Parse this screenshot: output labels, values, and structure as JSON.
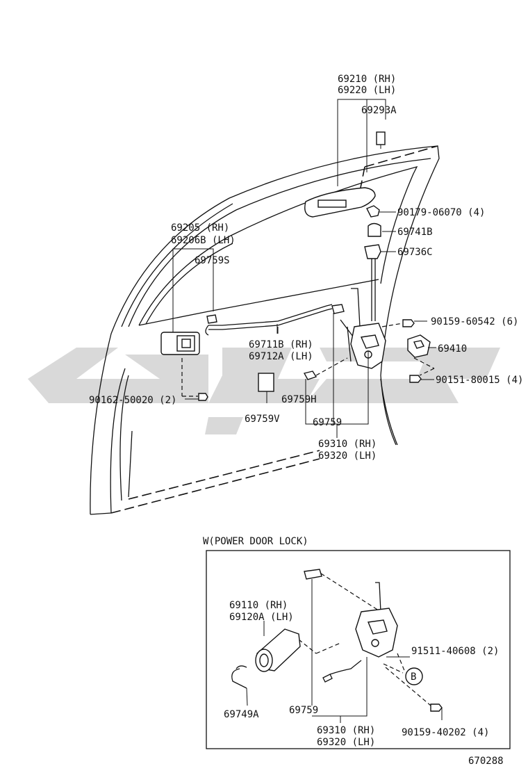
{
  "main_labels": {
    "p69210": "69210 (RH)",
    "p69220": "69220 (LH)",
    "p69293A": "69293A",
    "p90179": "90179-06070 (4)",
    "p69741B": "69741B",
    "p69736C": "69736C",
    "p69205": "69205  (RH)",
    "p69206B": "69206B (LH)",
    "p69759S": "69759S",
    "p90159_60542": "90159-60542 (6)",
    "p69410": "69410",
    "p69711B": "69711B (RH)",
    "p69712A": "69712A (LH)",
    "p90151": "90151-80015 (4)",
    "p90162": "90162-50020 (2)",
    "p69759H": "69759H",
    "p69759V": "69759V",
    "p69759": "69759",
    "p69310": "69310 (RH)",
    "p69320": "69320 (LH)"
  },
  "inset": {
    "title": "W(POWER DOOR LOCK)",
    "p69110": "69110  (RH)",
    "p69120A": "69120A (LH)",
    "p91511": "91511-40608 (2)",
    "marker_b": "B",
    "p69749A": "69749A",
    "p69759": "69759",
    "p69310": "69310 (RH)",
    "p69320": "69320 (LH)",
    "p90159_40202": "90159-40202 (4)"
  },
  "diagram_number": "670288"
}
